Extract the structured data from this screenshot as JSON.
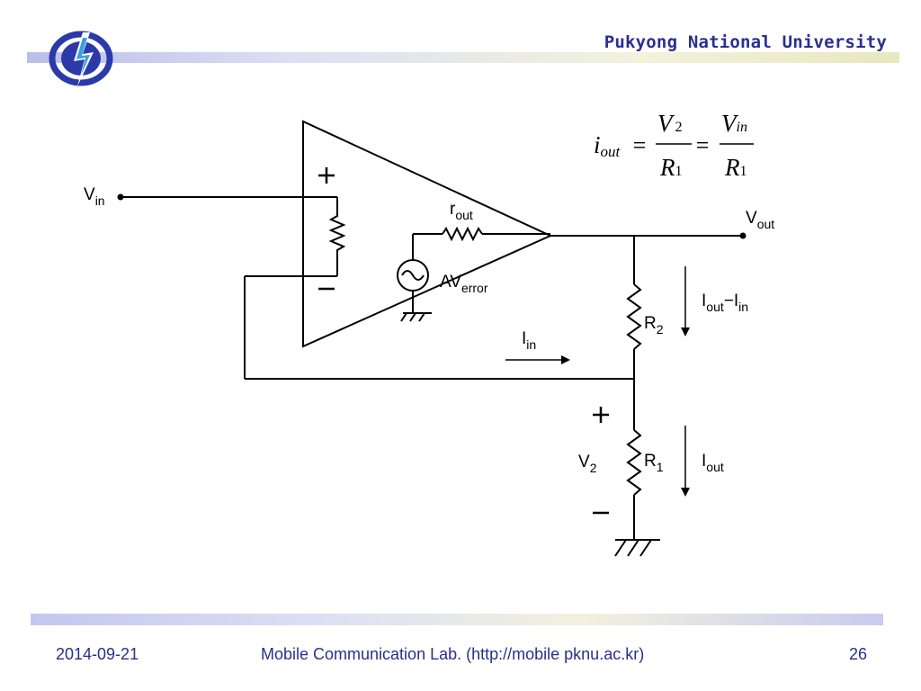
{
  "header": {
    "university": "Pukyong National University"
  },
  "footer": {
    "date": "2014-09-21",
    "lab": "Mobile Communication Lab. (http://mobile pknu.ac.kr)",
    "page": "26"
  },
  "equation": {
    "lhs_base": "i",
    "lhs_sub": "out",
    "eq1": "=",
    "num1_base": "V",
    "num1_sub": "2",
    "den1_base": "R",
    "den1_sub": "1",
    "eq2": "=",
    "num2_base": "V",
    "num2_sub": "in",
    "den2_base": "R",
    "den2_sub": "1"
  },
  "labels": {
    "plus_top": "+",
    "minus_top": "−",
    "vin_base": "V",
    "vin_sub": "in",
    "rout_base": "r",
    "rout_sub": "out",
    "vout_base": "V",
    "vout_sub": "out",
    "av_base": "AV",
    "av_sub": "error",
    "r2_base": "R",
    "r2_sub": "2",
    "iin_base": "I",
    "iin_sub": "in",
    "ioutmin_a": "I",
    "ioutmin_a_sub": "out",
    "ioutmin_dash": "−I",
    "ioutmin_b_sub": "in",
    "plus_bottom": "+",
    "minus_bottom": "−",
    "v2_base": "V",
    "v2_sub": "2",
    "r1_base": "R",
    "r1_sub": "1",
    "iout_base": "I",
    "iout_sub": "out"
  }
}
